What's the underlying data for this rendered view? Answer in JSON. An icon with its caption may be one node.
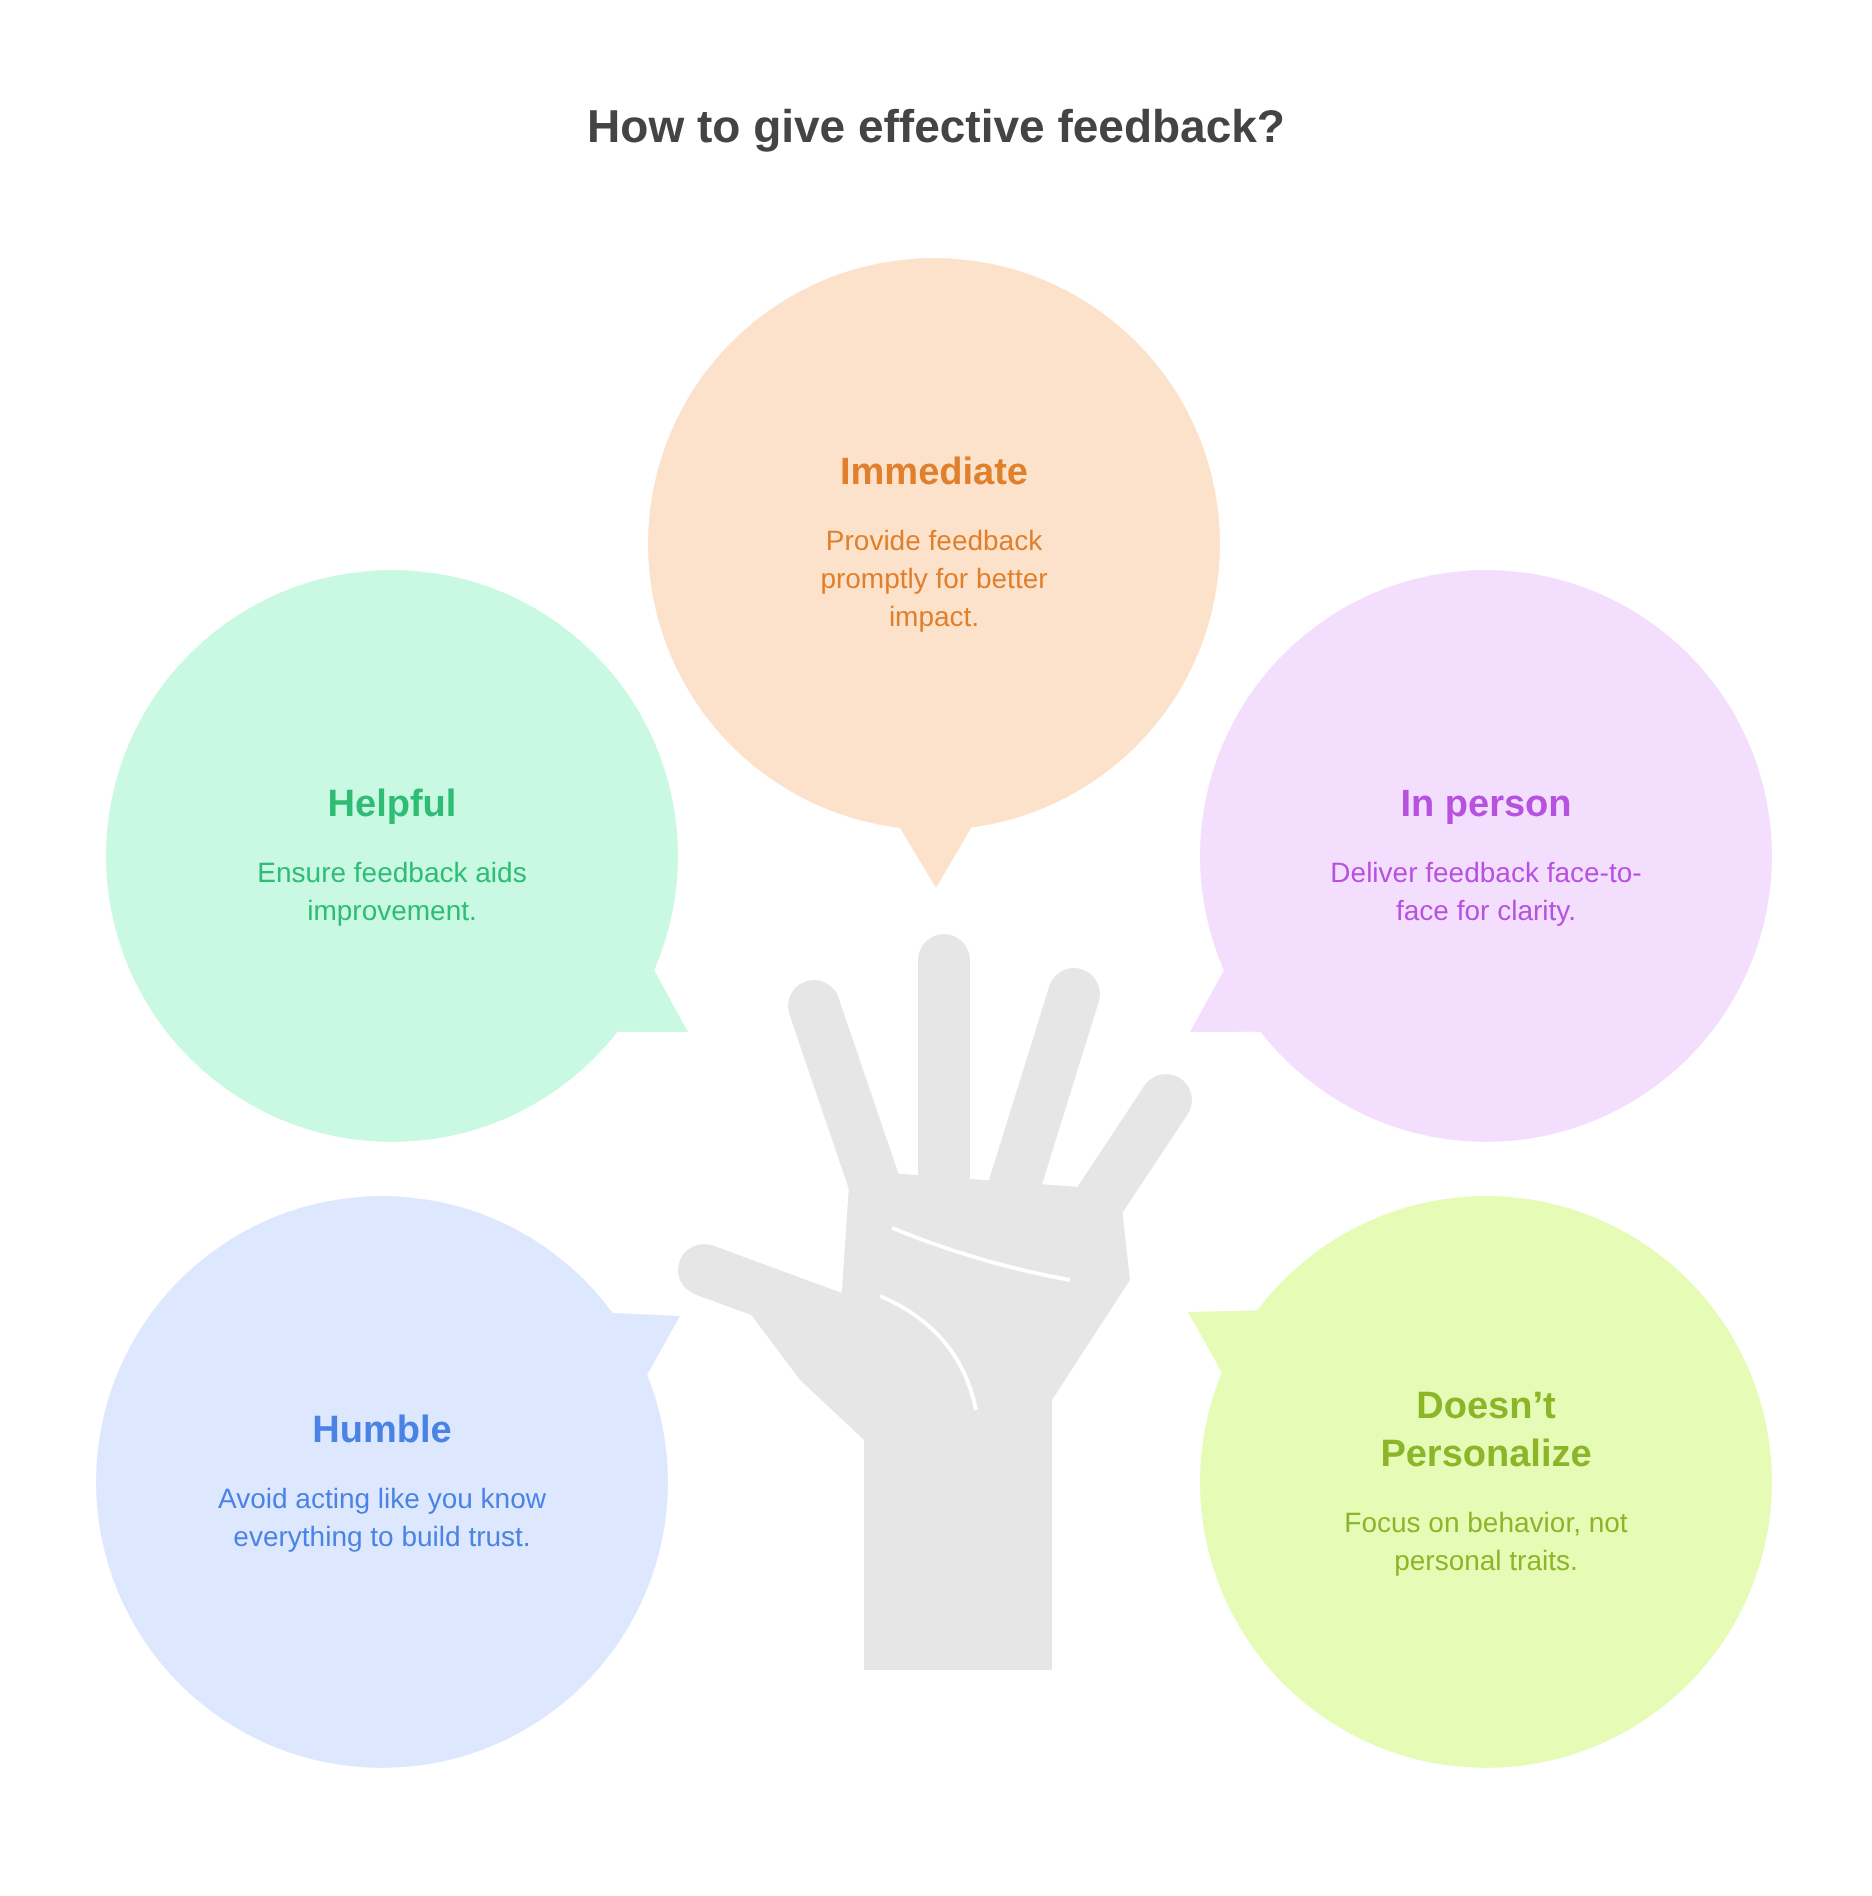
{
  "diagram": {
    "title": "How to give effective feedback?",
    "nodes": [
      {
        "text": [
          "Immediate",
          "Provide feedback promptly for better impact."
        ]
      },
      {
        "text": [
          "Helpful",
          "Ensure feedback aids improvement."
        ]
      },
      {
        "text": [
          "In person",
          "Deliver feedback face-to-face for clarity."
        ]
      },
      {
        "text": [
          "Humble",
          "Avoid acting like you know everything to build trust."
        ]
      },
      {
        "text": [
          "Doesn’t Personalize",
          "Focus on behavior, not personal traits."
        ]
      }
    ]
  }
}
